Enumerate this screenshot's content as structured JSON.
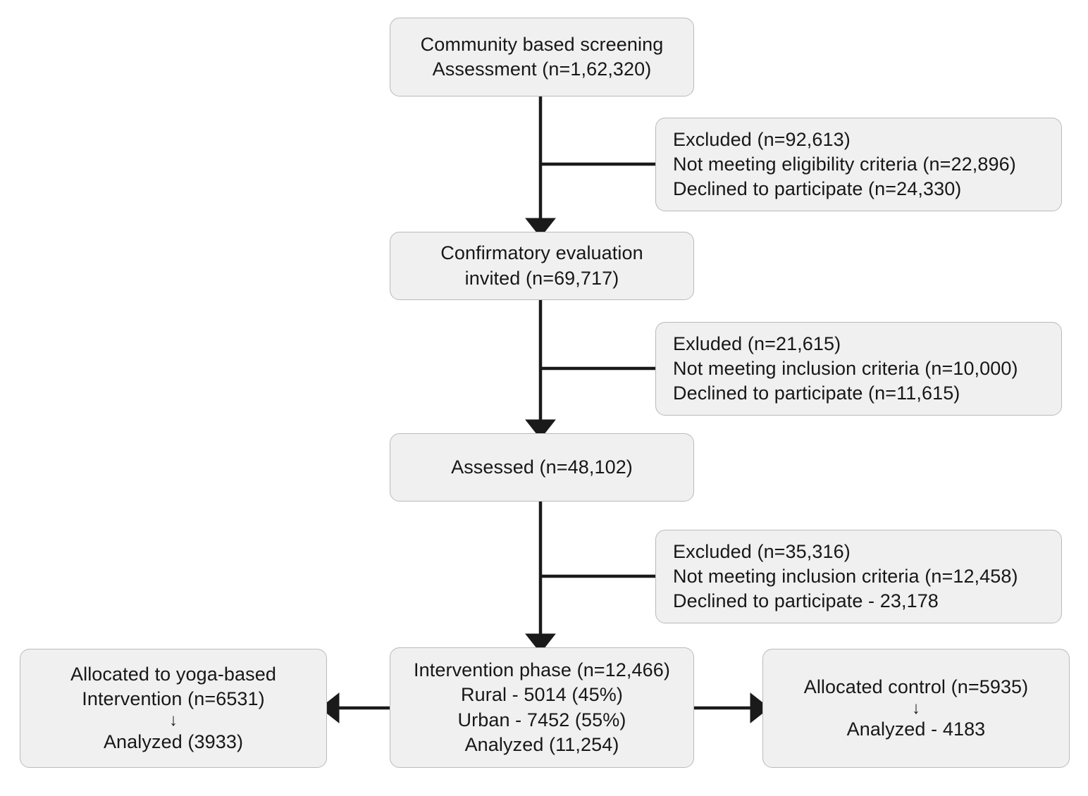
{
  "diagram": {
    "type": "flowchart",
    "title": "CONSORT participant flow diagram",
    "colors": {
      "node_fill": "#eff0ef",
      "node_border": "#b9bbbb",
      "connector": "#1a1a1a",
      "text": "#171717",
      "background": "#ffffff"
    },
    "nodes": {
      "screening": {
        "line1": "Community based screening",
        "line2": "Assessment (n=1,62,320)"
      },
      "confirmatory": {
        "line1": "Confirmatory evaluation",
        "line2": "invited (n=69,717)"
      },
      "assessed": {
        "line1": "Assessed (n=48,102)"
      },
      "intervention": {
        "line1": "Intervention phase (n=12,466)",
        "line2": "Rural - 5014 (45%)",
        "line3": "Urban - 7452 (55%)",
        "line4": "Analyzed (11,254)"
      },
      "excluded_1": {
        "line1": "Excluded (n=92,613)",
        "line2": "Not meeting eligibility criteria (n=22,896)",
        "line3": "Declined to participate (n=24,330)"
      },
      "excluded_2": {
        "line1": "Exluded (n=21,615)",
        "line2": "Not meeting inclusion criteria (n=10,000)",
        "line3": "Declined to participate (n=11,615)"
      },
      "excluded_3": {
        "line1": "Excluded (n=35,316)",
        "line2": "Not meeting inclusion criteria (n=12,458)",
        "line3": "Declined to participate - 23,178"
      },
      "yoga_arm": {
        "line1": "Allocated to yoga-based",
        "line2": "Intervention (n=6531)",
        "arrow": "↓",
        "line3": "Analyzed (3933)"
      },
      "control_arm": {
        "line1": "Allocated control (n=5935)",
        "arrow": "↓",
        "line2": "Analyzed - 4183"
      }
    },
    "flow_values": {
      "screened": 162320,
      "excluded_stage_1": 92613,
      "not_meeting_eligibility_1": 22896,
      "declined_1": 24330,
      "invited_confirmatory": 69717,
      "excluded_stage_2": 21615,
      "not_meeting_inclusion_2": 10000,
      "declined_2": 11615,
      "assessed": 48102,
      "excluded_stage_3": 35316,
      "not_meeting_inclusion_3": 12458,
      "declined_3": 23178,
      "intervention_phase": 12466,
      "rural": 5014,
      "rural_pct": 45,
      "urban": 7452,
      "urban_pct": 55,
      "intervention_analyzed": 11254,
      "yoga_allocated": 6531,
      "yoga_analyzed": 3933,
      "control_allocated": 5935,
      "control_analyzed": 4183
    }
  }
}
